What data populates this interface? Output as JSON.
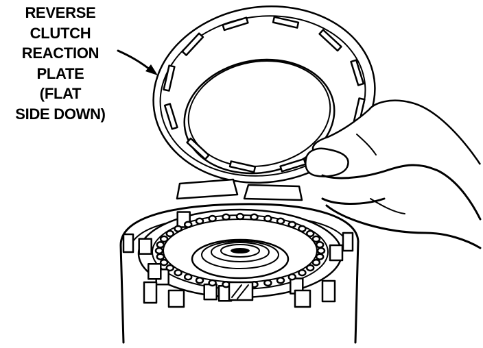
{
  "callout": {
    "lines": [
      "REVERSE",
      "CLUTCH",
      "REACTION",
      "PLATE",
      "(FLAT",
      "SIDE DOWN)"
    ]
  },
  "colors": {
    "ink": "#000000",
    "paper": "#ffffff"
  }
}
